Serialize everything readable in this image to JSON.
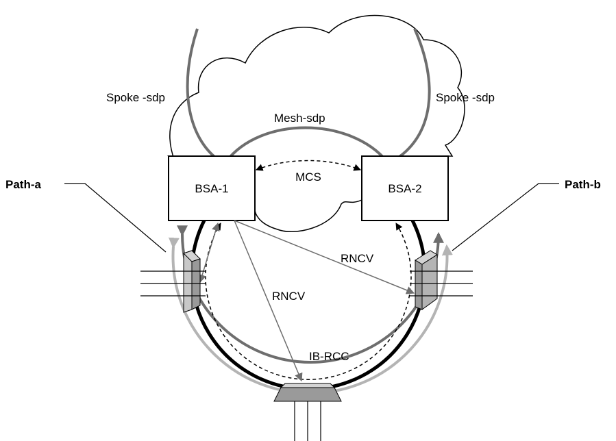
{
  "labels": {
    "path_a": "Path-a",
    "path_b": "Path-b",
    "bsa1": "BSA-1",
    "bsa2": "BSA-2",
    "mcs": "MCS",
    "mesh_sdp": "Mesh-sdp",
    "spoke_sdp_left": "Spoke -sdp",
    "spoke_sdp_right": "Spoke -sdp",
    "rncv_right": "RNCV",
    "rncv_center": "RNCV",
    "ib_rcc": "IB-RCC"
  },
  "colors": {
    "line": "#000000",
    "dark_gray": "#6e6e6e",
    "mid_gray": "#7a7a7a",
    "light_gray": "#b4b4b4",
    "device_face": "#9a9a9a",
    "device_top": "#d4d4d4"
  }
}
